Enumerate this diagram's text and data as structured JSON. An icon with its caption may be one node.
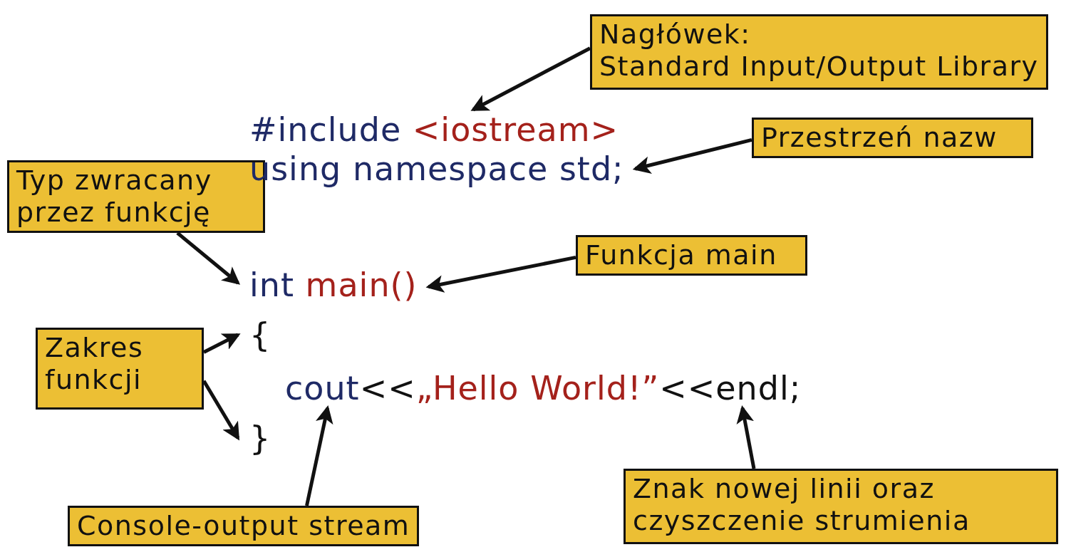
{
  "diagram": {
    "nodes": [
      {
        "text": [
          "Nagłówek:",
          "Standard Input/Output Library"
        ]
      },
      {
        "text": [
          "#include",
          "<iostream>"
        ]
      },
      {
        "text": [
          "Przestrzeń nazw"
        ]
      },
      {
        "text": [
          "Typ zwracany przez funkcję"
        ]
      },
      {
        "text": [
          "using namespace std;"
        ]
      },
      {
        "text": [
          "Funkcja main"
        ]
      },
      {
        "text": [
          "int",
          "main()"
        ]
      },
      {
        "text": [
          "Zakres funkcji"
        ]
      },
      {
        "text": [
          "{"
        ]
      },
      {
        "text": [
          "cout",
          "<<",
          "„Hello World!”",
          "<<endl;"
        ]
      },
      {
        "text": [
          "}"
        ]
      },
      {
        "text": [
          "Znak nowej linii oraz czyszczenie strumienia"
        ]
      },
      {
        "text": [
          "Console-output stream"
        ]
      }
    ],
    "edges": [
      {
        "from": 0,
        "to": 1,
        "arrow": "to"
      },
      {
        "from": 2,
        "to": 4,
        "arrow": "to"
      },
      {
        "from": 3,
        "to": 6,
        "arrow": "to"
      },
      {
        "from": 5,
        "to": 6,
        "arrow": "to"
      },
      {
        "from": 7,
        "to": 8,
        "arrow": "to"
      },
      {
        "from": 7,
        "to": 10,
        "arrow": "to"
      },
      {
        "from": 12,
        "to": 9,
        "arrow": "to"
      },
      {
        "from": 11,
        "to": 9,
        "arrow": "to"
      }
    ]
  }
}
